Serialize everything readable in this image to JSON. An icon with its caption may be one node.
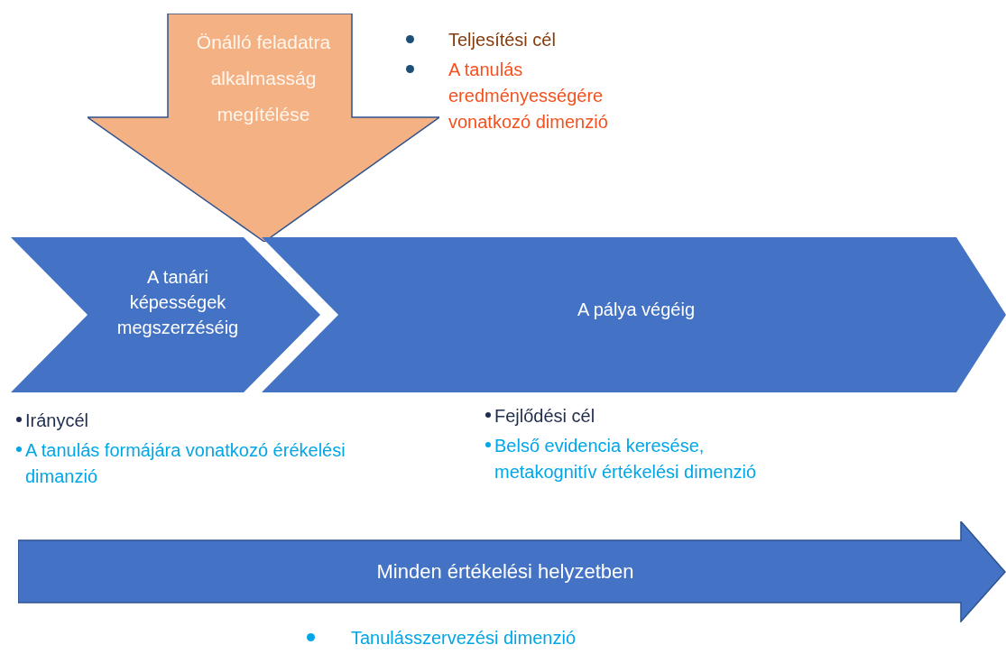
{
  "diagram": {
    "nodes": [
      {
        "text": [
          "Önálló feladatra alkalmasság megítélése"
        ],
        "beside": [
          "Teljesítési cél",
          "A tanulás eredményességére vonatkozó dimenzió"
        ]
      },
      {
        "text": [
          "A tanári képességek megszerzéséig"
        ],
        "beside": [
          "Iránycél",
          "A tanulás formájára vonatkozó érékelési dimanzió"
        ]
      },
      {
        "text": [
          "A pálya végéig"
        ],
        "beside": [
          "Fejlődési cél",
          "Belső evidencia keresése, metakognitív értékelési dimenzió"
        ]
      },
      {
        "text": [
          "Minden értékelési helyzetben"
        ],
        "beside": [
          "Tanulásszervezési dimenzió"
        ]
      }
    ]
  }
}
